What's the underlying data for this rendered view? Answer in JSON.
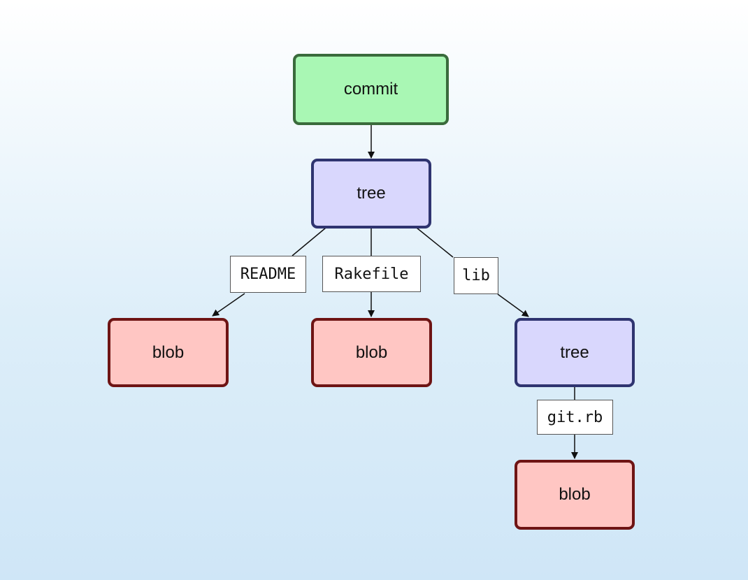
{
  "nodes": {
    "commit": "commit",
    "root_tree": "tree",
    "readme_blob": "blob",
    "rakefile_blob": "blob",
    "lib_tree": "tree",
    "gitrb_blob": "blob"
  },
  "edge_labels": {
    "readme": "README",
    "rakefile": "Rakefile",
    "lib": "lib",
    "gitrb": "git.rb"
  },
  "colors": {
    "commit_fill": "#a9f7b4",
    "commit_border": "#3a6b3c",
    "tree_fill": "#d9d7fd",
    "tree_border": "#2f3470",
    "blob_fill": "#ffc6c3",
    "blob_border": "#6e1414"
  }
}
